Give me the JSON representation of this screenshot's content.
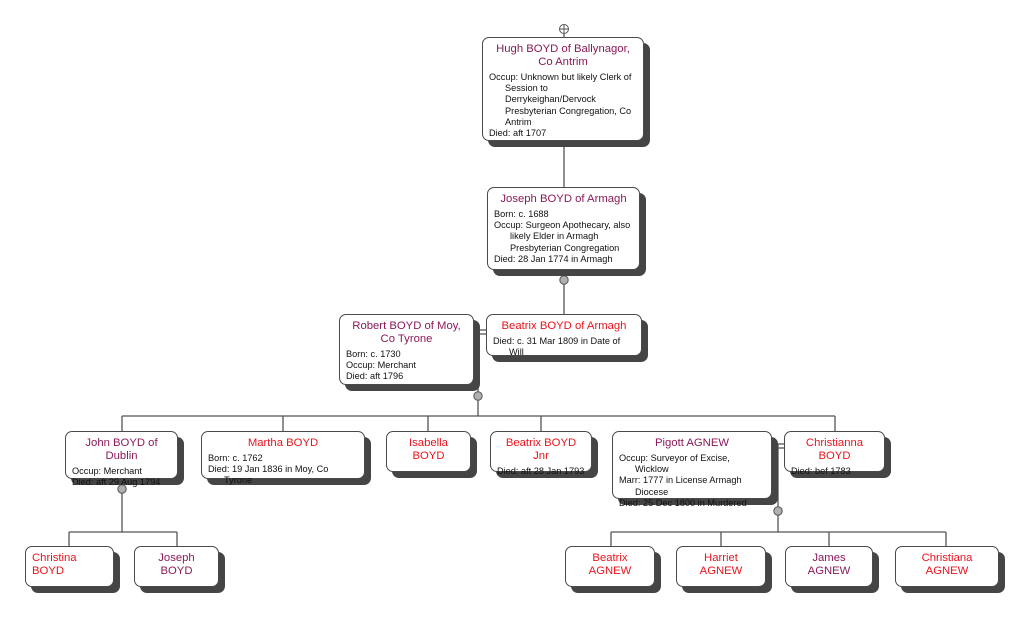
{
  "title": "Family tree chart - BOYD of Ballynagor",
  "colors": {
    "male": "#8b1a5a",
    "female": "#e8141e",
    "line": "#555555",
    "shadow": "#454545"
  },
  "people": {
    "hugh": {
      "name": "Hugh BOYD of Ballynagor, Co Antrim",
      "sex": "male",
      "facts": [
        "Occup: Unknown but likely Clerk of Session to Derrykeighan/Dervock Presbyterian Congregation, Co Antrim",
        "Died: aft 1707"
      ]
    },
    "joseph_armagh": {
      "name": "Joseph BOYD of Armagh",
      "sex": "male",
      "facts": [
        "Born: c. 1688",
        "Occup: Surgeon Apothecary, also likely Elder in Armagh Presbyterian Congregation",
        "Died: 28 Jan 1774 in Armagh"
      ]
    },
    "robert": {
      "name": "Robert BOYD of Moy, Co Tyrone",
      "sex": "male",
      "facts": [
        "Born: c. 1730",
        "Occup: Merchant",
        "Died: aft 1796"
      ]
    },
    "beatrix_armagh": {
      "name": "Beatrix BOYD of Armagh",
      "sex": "female",
      "facts": [
        "Died: c. 31 Mar 1809 in Date of Will"
      ]
    },
    "john": {
      "name": "John BOYD of Dublin",
      "sex": "male",
      "facts": [
        "Occup: Merchant",
        "Died: aft 29 Aug 1794"
      ]
    },
    "martha": {
      "name": "Martha BOYD",
      "sex": "female",
      "facts": [
        "Born: c. 1762",
        "Died: 19 Jan 1836 in Moy, Co Tyrone"
      ]
    },
    "isabella": {
      "name": "Isabella BOYD",
      "sex": "female",
      "facts": []
    },
    "beatrix_jnr": {
      "name": "Beatrix BOYD Jnr",
      "sex": "female",
      "facts": [
        "Died: aft 28 Jan 1793"
      ]
    },
    "pigott": {
      "name": "Pigott AGNEW",
      "sex": "male",
      "facts": [
        "Occup: Surveyor of Excise, Wicklow",
        "Marr: 1777 in License Armagh Diocese",
        "Died: 25 Dec 1800 in Murdered"
      ]
    },
    "christianna": {
      "name": "Christianna BOYD",
      "sex": "female",
      "facts": [
        "Died: bef 1783"
      ]
    },
    "christina": {
      "name": "Christina BOYD",
      "sex": "female",
      "facts": []
    },
    "joseph": {
      "name": "Joseph BOYD",
      "sex": "male",
      "facts": []
    },
    "beatrix_agnew": {
      "name": "Beatrix AGNEW",
      "sex": "female",
      "facts": []
    },
    "harriet_agnew": {
      "name": "Harriet AGNEW",
      "sex": "female",
      "facts": []
    },
    "james_agnew": {
      "name": "James AGNEW",
      "sex": "male",
      "facts": []
    },
    "christiana_agnew": {
      "name": "Christiana AGNEW",
      "sex": "female",
      "facts": []
    }
  }
}
